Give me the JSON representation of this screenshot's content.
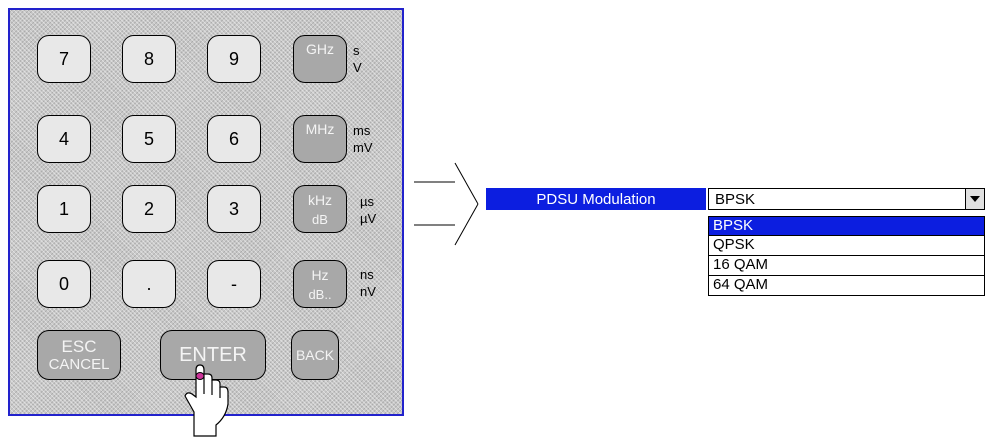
{
  "keypad": {
    "rows": [
      {
        "keys": [
          "7",
          "8",
          "9"
        ],
        "unit_key": {
          "top": "GHz",
          "bottom": ""
        },
        "unit_labels": [
          "s",
          "V"
        ]
      },
      {
        "keys": [
          "4",
          "5",
          "6"
        ],
        "unit_key": {
          "top": "MHz",
          "bottom": ""
        },
        "unit_labels": [
          "ms",
          "mV"
        ]
      },
      {
        "keys": [
          "1",
          "2",
          "3"
        ],
        "unit_key": {
          "top": "kHz",
          "bottom": "dB"
        },
        "unit_labels": [
          "µs",
          "µV"
        ]
      },
      {
        "keys": [
          "0",
          ".",
          "-"
        ],
        "unit_key": {
          "top": "Hz",
          "bottom": "dB.."
        },
        "unit_labels": [
          "ns",
          "nV"
        ]
      }
    ],
    "esc": {
      "line1": "ESC",
      "line2": "CANCEL"
    },
    "enter": "ENTER",
    "back": "BACK"
  },
  "dropdown": {
    "label": "PDSU Modulation",
    "value": "BPSK",
    "options": [
      "BPSK",
      "QPSK",
      "16 QAM",
      "64 QAM"
    ],
    "selected_index": 0
  },
  "colors": {
    "panel_border": "#2222cc",
    "label_bg": "#0c1ee0",
    "highlight": "#0c1ee0"
  },
  "icons": {
    "pointer": "hand-pointer-icon",
    "arrow": "right-arrow-icon",
    "dropdown": "triangle-down-icon"
  }
}
